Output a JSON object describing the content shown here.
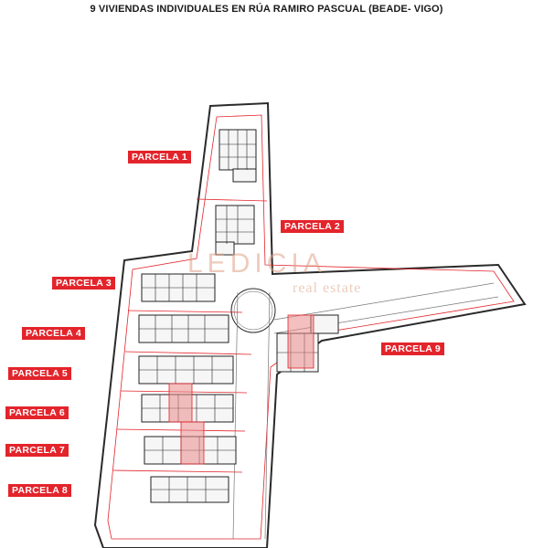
{
  "title": "9 VIVIENDAS INDIVIDUALES EN RÚA RAMIRO PASCUAL (BEADE- VIGO)",
  "parcels": [
    {
      "id": "p1",
      "label": "PARCELA 1"
    },
    {
      "id": "p2",
      "label": "PARCELA 2"
    },
    {
      "id": "p3",
      "label": "PARCELA 3"
    },
    {
      "id": "p4",
      "label": "PARCELA 4"
    },
    {
      "id": "p5",
      "label": "PARCELA 5"
    },
    {
      "id": "p6",
      "label": "PARCELA 6"
    },
    {
      "id": "p7",
      "label": "PARCELA 7"
    },
    {
      "id": "p8",
      "label": "PARCELA 8"
    },
    {
      "id": "p9",
      "label": "PARCELA 9"
    }
  ],
  "watermark": {
    "name": "LEDICIA",
    "subtitle": "real estate"
  },
  "colors": {
    "label_bg": "#e3242b",
    "label_text": "#ffffff",
    "boundary": "#2a2a2a",
    "lot_line": "#e3242b",
    "highlight": "#e98a8a"
  }
}
